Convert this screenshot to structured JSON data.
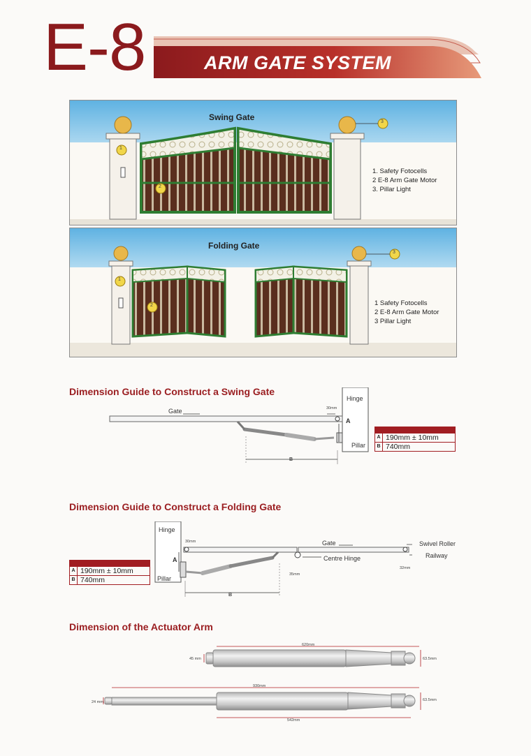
{
  "header": {
    "code": "E-8",
    "title": "ARM GATE SYSTEM"
  },
  "swing_scene": {
    "title": "Swing Gate",
    "markers": [
      "1",
      "2",
      "3"
    ],
    "legend": [
      "1. Safety Fotocells",
      "2  E-8 Arm Gate Motor",
      "3. Pillar Light"
    ]
  },
  "folding_scene": {
    "title": "Folding Gate",
    "markers": [
      "1",
      "2",
      "3"
    ],
    "legend": [
      "1  Safety Fotocells",
      "2  E-8 Arm Gate Motor",
      "3  Pillar Light"
    ]
  },
  "swing_guide": {
    "title": "Dimension Guide to Construct a Swing Gate",
    "labels": {
      "gate": "Gate",
      "hinge": "Hinge",
      "pillar": "Pillar",
      "a": "A",
      "b": "B",
      "gap": "30mm"
    },
    "table": [
      {
        "key": "A",
        "value": "190mm ± 10mm"
      },
      {
        "key": "B",
        "value": "740mm"
      }
    ]
  },
  "folding_guide": {
    "title": "Dimension Guide to Construct a Folding Gate",
    "labels": {
      "hinge": "Hinge",
      "pillar": "Pillar",
      "gate": "Gate",
      "centre_hinge": "Centre Hinge",
      "swivel_roller": "Swivel Roller",
      "railway": "Railway",
      "a": "A",
      "b": "B",
      "gap": "30mm",
      "d35": "35mm",
      "d32": "32mm"
    },
    "table": [
      {
        "key": "A",
        "value": "190mm ± 10mm"
      },
      {
        "key": "B",
        "value": "740mm"
      }
    ]
  },
  "actuator": {
    "title": "Dimension of the Actuator Arm",
    "short_arm": {
      "length": "620mm",
      "diameter": "45 mm",
      "end_height": "63.5mm"
    },
    "long_arm": {
      "length": "930mm",
      "diameter": "24 mm",
      "end_height": "63.5mm",
      "stroke": "542mm"
    }
  },
  "colors": {
    "brand_red": "#8b1a1d",
    "gate_green": "#2e7d32",
    "gate_wood": "#5a2e1e",
    "sky": "#7cc6ea"
  }
}
